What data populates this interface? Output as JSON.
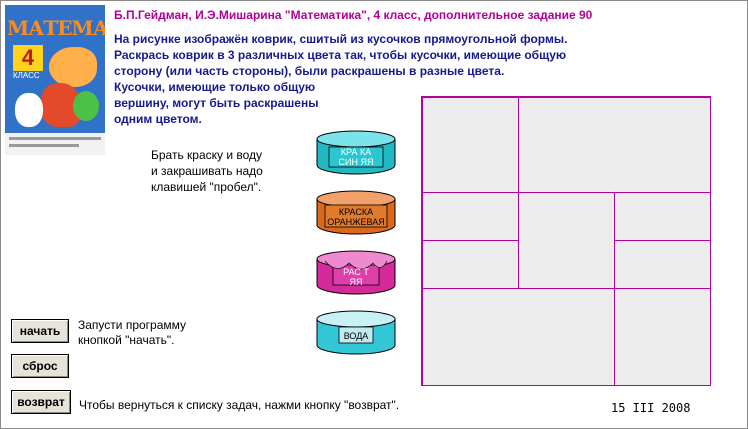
{
  "header": {
    "title": "Б.П.Гейдман, И.Э.Мишарина \"Математика\", 4 класс, дополнительное задание 90"
  },
  "book_cover": {
    "title": "МАТЕМАТИКА",
    "grade": "4",
    "grade_word": "КЛАСС"
  },
  "task": {
    "lines": [
      "На рисунке изображён коврик, сшитый из кусочков прямоугольной формы.",
      "Раскрась коврик в 3 различных цвета так, чтобы кусочки, имеющие общую",
      "сторону (или часть стороны), были раскрашены в разные цвета.",
      "Кусочки, имеющие только общую",
      "вершину, могут быть раскрашены",
      "одним цветом."
    ]
  },
  "hint": {
    "lines": [
      "Брать краску и воду",
      "и закрашивать надо",
      "клавишей \"пробел\"."
    ]
  },
  "paints": [
    {
      "label_line1": "КРА  КА",
      "label_line2": "СИН  ЯЯ",
      "color": "#21b8c2",
      "label_color": "#ffffff"
    },
    {
      "label_line1": "КРАСКА",
      "label_line2": "ОРАНЖЕВАЯ",
      "color": "#d96a1d",
      "label_color": "#000000"
    },
    {
      "label_line1": "РАС  Т",
      "label_line2": "ЯЯ",
      "color": "#d42a9a",
      "label_color": "#ffffff"
    },
    {
      "label_line1": "ВОДА",
      "label_line2": "",
      "color": "#33c6d6",
      "label_color": "#000000"
    }
  ],
  "colors": {
    "mat_border": "#b8009e",
    "mat_fill": "#ececec",
    "header": "#b3009a",
    "task_text": "#151a8f"
  },
  "buttons": {
    "start": "начать",
    "reset": "сброс",
    "back": "возврат"
  },
  "notes": {
    "start_line1": "Запусти программу",
    "start_line2": "кнопкой \"начать\".",
    "back": "Чтобы вернуться к списку задач, нажми кнопку \"возврат\"."
  },
  "date": "15 III 2008"
}
